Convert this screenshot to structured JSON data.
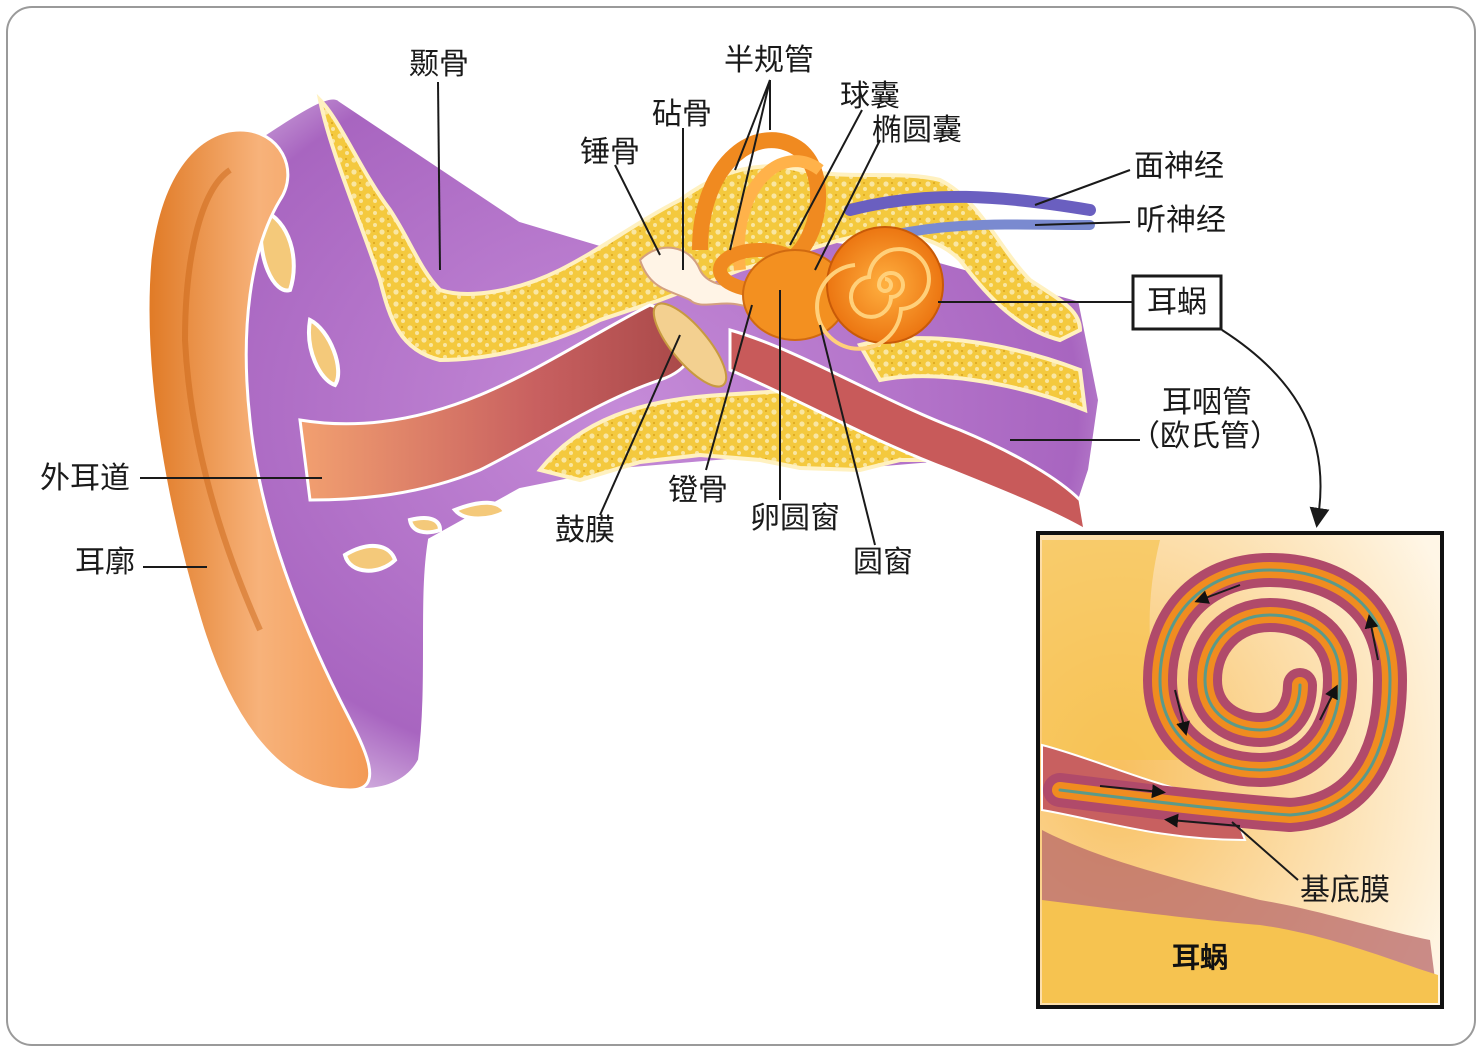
{
  "labels": {
    "temporal_bone": "颞骨",
    "semicircular_canals": "半规管",
    "incus": "砧骨",
    "saccule": "球囊",
    "malleus": "锤骨",
    "utricle": "椭圆囊",
    "facial_nerve": "面神经",
    "auditory_nerve": "听神经",
    "cochlea": "耳蜗",
    "eustachian_tube_1": "耳咽管",
    "eustachian_tube_2": "（欧氏管）",
    "ear_canal": "外耳道",
    "auricle": "耳廓",
    "stapes": "镫骨",
    "eardrum": "鼓膜",
    "oval_window": "卵圆窗",
    "round_window": "圆窗",
    "basilar_membrane": "基底膜",
    "inset_title": "耳蜗"
  },
  "colors": {
    "purple_tissue": "#b274c9",
    "bone_yellow": "#f2c840",
    "skin_orange": "#f0a050",
    "cochlea_orange": "#f07a10",
    "canal_red": "#c06060",
    "nerve_blue": "#6a6ac0"
  }
}
